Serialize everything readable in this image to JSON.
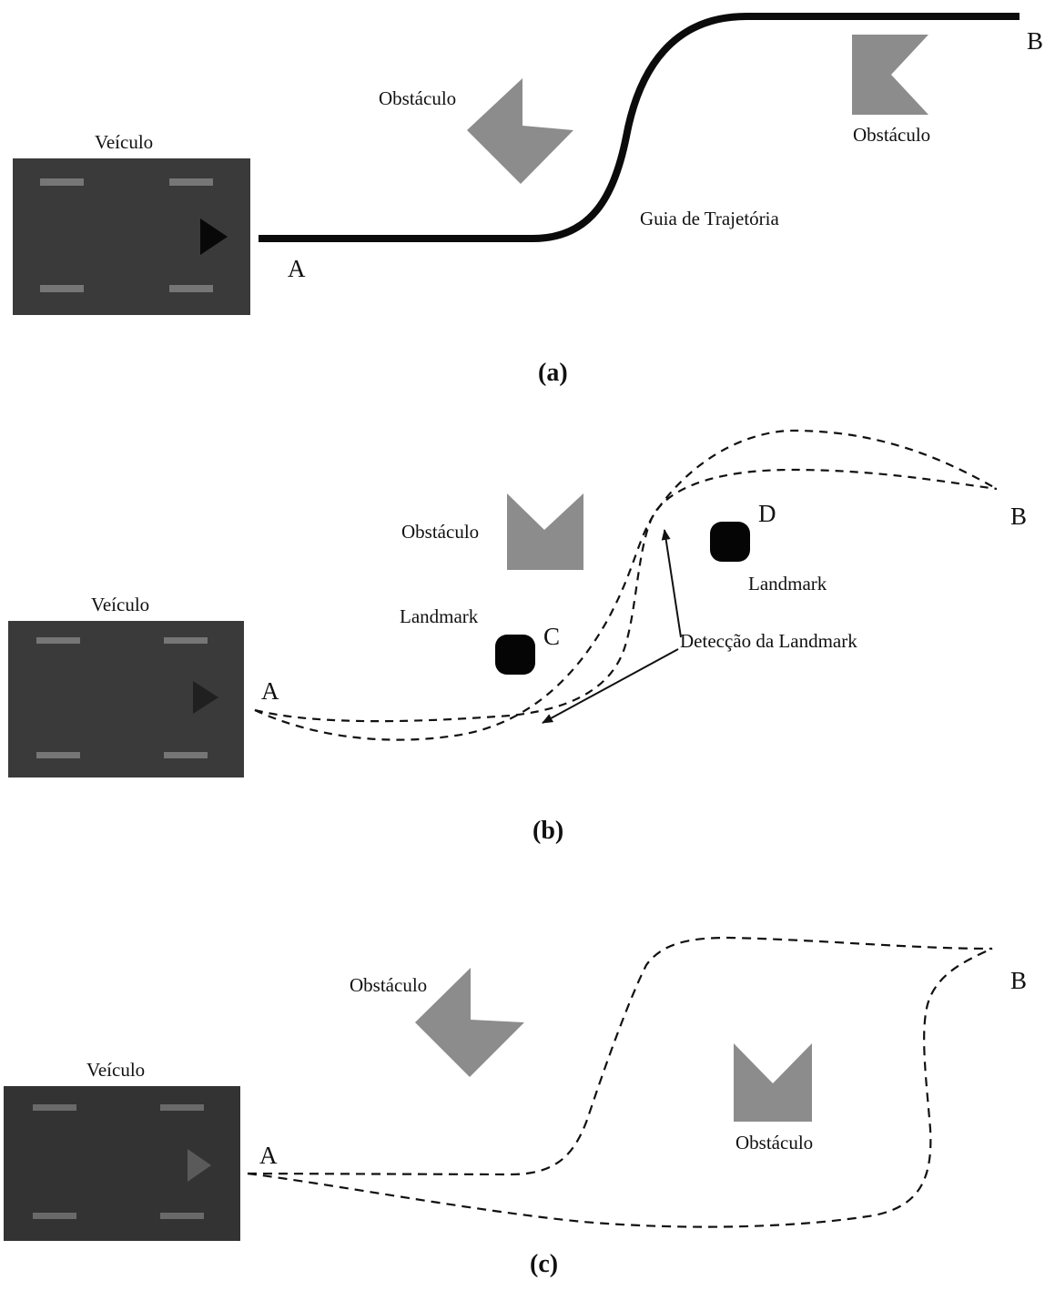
{
  "colors": {
    "background": "#ffffff",
    "vehicle": "#3a3a3a",
    "vehicle_marks": "#767676",
    "obstacle": "#8c8c8c",
    "landmark": "#050505",
    "path": "#111111"
  },
  "panel_a": {
    "caption": "(a)",
    "vehicle_label": "Veículo",
    "point_a": "A",
    "point_b": "B",
    "obstacle_left_label": "Obstáculo",
    "obstacle_right_label": "Obstáculo",
    "guide_label": "Guia de Trajetória"
  },
  "panel_b": {
    "caption": "(b)",
    "vehicle_label": "Veículo",
    "point_a": "A",
    "point_b": "B",
    "obstacle_label": "Obstáculo",
    "landmark_c_label": "Landmark",
    "landmark_c_letter": "C",
    "landmark_d_letter": "D",
    "landmark_d_label": "Landmark",
    "detection_label": "Detecção da Landmark"
  },
  "panel_c": {
    "caption": "(c)",
    "vehicle_label": "Veículo",
    "point_a": "A",
    "point_b": "B",
    "obstacle_left_label": "Obstáculo",
    "obstacle_right_label": "Obstáculo"
  }
}
